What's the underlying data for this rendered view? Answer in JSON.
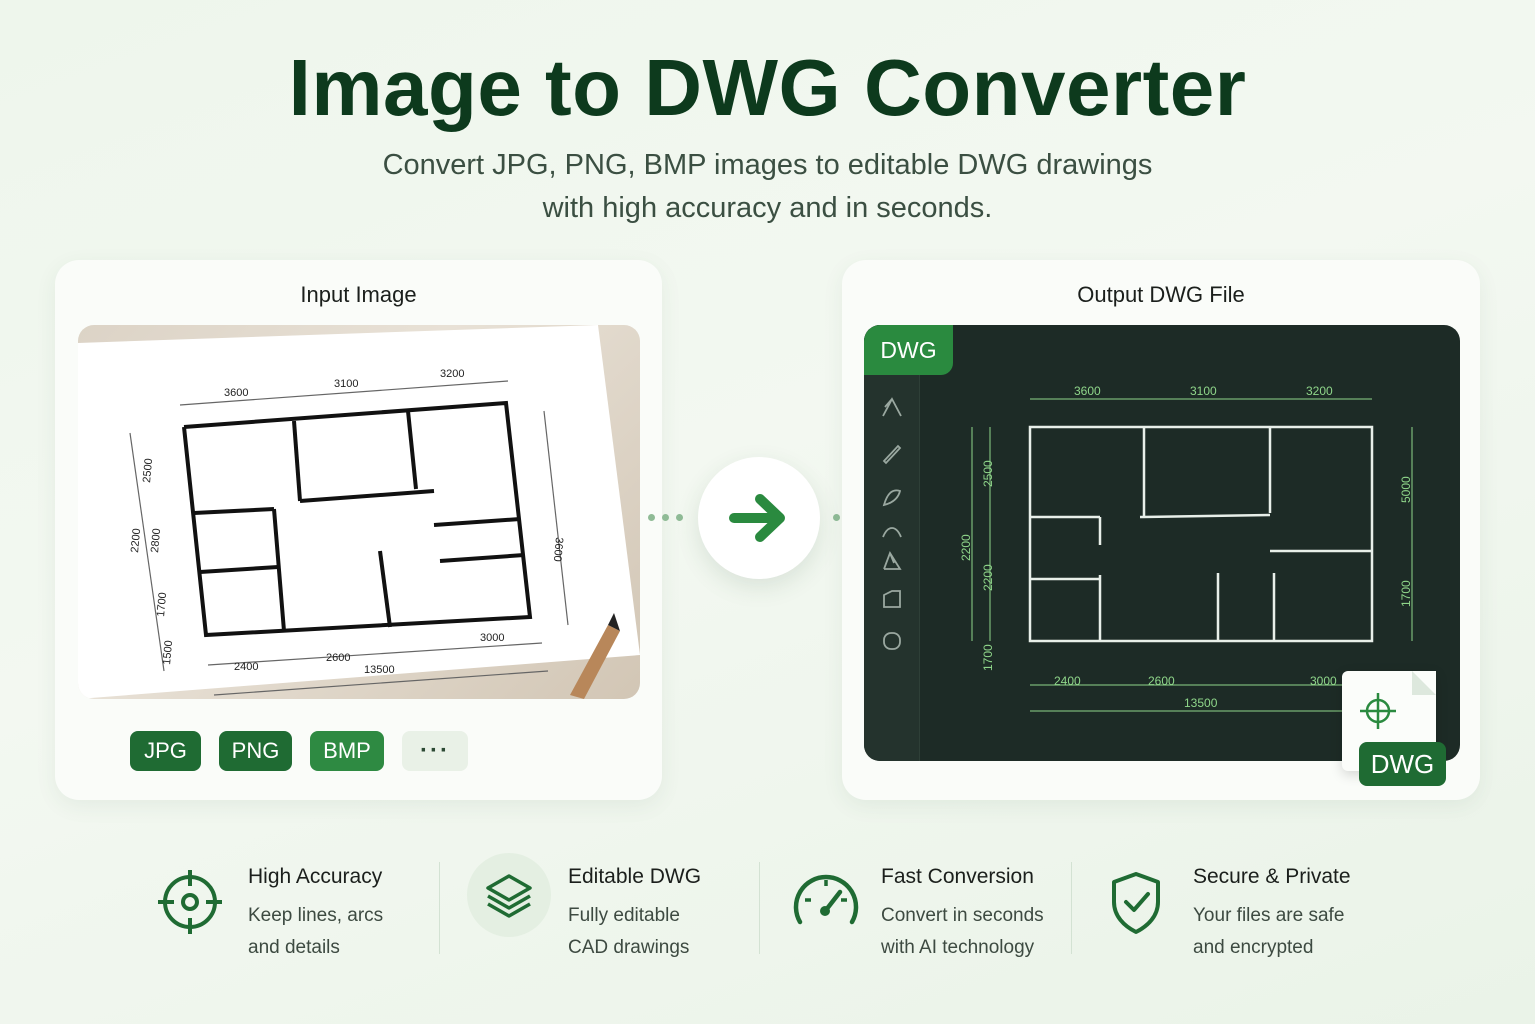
{
  "header": {
    "title": "Image to DWG Converter",
    "subtitle_line1": "Convert JPG, PNG, BMP images to editable DWG drawings",
    "subtitle_line2": "with high accuracy and in seconds."
  },
  "input_panel": {
    "title": "Input Image",
    "dimensions_top": [
      "3600",
      "3100",
      "3200"
    ],
    "dimensions_bottom": [
      "2400",
      "2600",
      "3000"
    ],
    "dimension_total": "13500",
    "dimensions_left": [
      "2500",
      "2200",
      "2800",
      "1700",
      "1500"
    ],
    "dimension_right": "3600",
    "formats": [
      "JPG",
      "PNG",
      "BMP"
    ],
    "more_label": "···"
  },
  "arrow": {
    "icon": "arrow-right-icon"
  },
  "output_panel": {
    "title": "Output DWG File",
    "tab_label": "DWG",
    "dimensions_top": [
      "3600",
      "3100",
      "3200"
    ],
    "dimensions_bottom": [
      "2400",
      "2600",
      "3000"
    ],
    "dimension_total": "13500",
    "dimensions_left": [
      "2500",
      "2200",
      "2200",
      "1700"
    ],
    "dimensions_right": [
      "5000",
      "1700"
    ],
    "file_label": "DWG",
    "tools": [
      "line-tool-icon",
      "pencil-tool-icon",
      "curve-tool-icon",
      "arc-tool-icon",
      "polyline-tool-icon",
      "rectangle-tool-icon",
      "circle-tool-icon"
    ]
  },
  "features": [
    {
      "icon": "target-icon",
      "title": "High Accuracy",
      "line1": "Keep lines, arcs",
      "line2": "and details"
    },
    {
      "icon": "layers-icon",
      "title": "Editable DWG",
      "line1": "Fully editable",
      "line2": "CAD drawings"
    },
    {
      "icon": "speedometer-icon",
      "title": "Fast Conversion",
      "line1": "Convert in seconds",
      "line2": "with AI technology"
    },
    {
      "icon": "shield-check-icon",
      "title": "Secure & Private",
      "line1": "Your files are safe",
      "line2": "and encrypted"
    }
  ],
  "colors": {
    "brand_dark": "#0d3a1d",
    "brand": "#1f6b33",
    "brand_light": "#2e8a42",
    "cad_background": "#1d2b26",
    "cad_dimension": "#8fd68a"
  }
}
